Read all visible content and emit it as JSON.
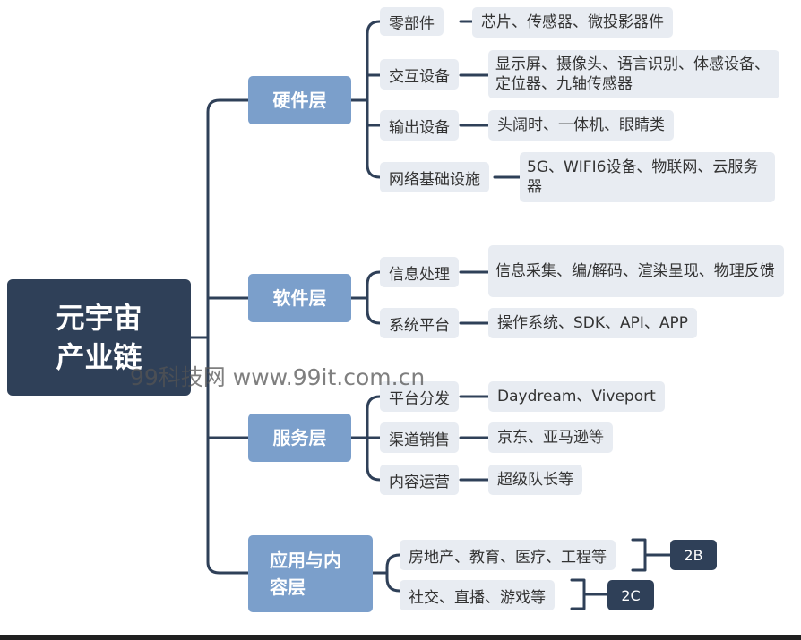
{
  "root": {
    "line1": "元宇宙",
    "line2": "产业链"
  },
  "layers": [
    {
      "label": "硬件层",
      "children": [
        {
          "label": "零部件",
          "detail": "芯片、传感器、微投影器件"
        },
        {
          "label": "交互设备",
          "detail": "显示屏、摄像头、语言识别、体感设备、定位器、九轴传感器"
        },
        {
          "label": "输出设备",
          "detail": "头阔时、一体机、眼睛类"
        },
        {
          "label": "网络基础设施",
          "detail": "5G、WIFI6设备、物联网、云服务器"
        }
      ]
    },
    {
      "label": "软件层",
      "children": [
        {
          "label": "信息处理",
          "detail": "信息采集、编/解码、渲染呈现、物理反馈"
        },
        {
          "label": "系统平台",
          "detail": "操作系统、SDK、API、APP"
        }
      ]
    },
    {
      "label": "服务层",
      "children": [
        {
          "label": "平台分发",
          "detail": "Daydream、Viveport"
        },
        {
          "label": "渠道销售",
          "detail": "京东、亚马逊等"
        },
        {
          "label": "内容运营",
          "detail": "超级队长等"
        }
      ]
    },
    {
      "label": "应用与内容层",
      "children": [
        {
          "label": "房地产、教育、医疗、工程等",
          "tag": "2B"
        },
        {
          "label": "社交、直播、游戏等",
          "tag": "2C"
        }
      ]
    }
  ],
  "watermark": "99科技网 www.99it.com.cn",
  "colors": {
    "dark": "#2f4058",
    "layer": "#7b9fcb",
    "leaf": "#e8ecf2",
    "line": "#2f4058"
  }
}
